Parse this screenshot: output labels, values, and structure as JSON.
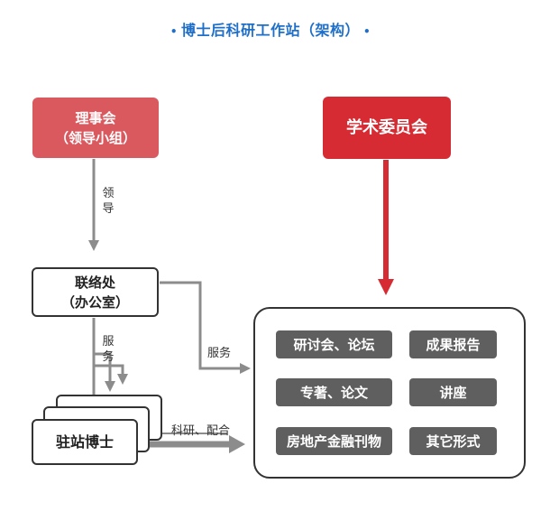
{
  "title": "博士后科研工作站（架构）",
  "title_dot": "•",
  "nodes": {
    "council_line1": "理事会",
    "council_line2": "（领导小组）",
    "academic_committee": "学术委员会",
    "liaison_line1": "联络处",
    "liaison_line2": "（办公室）",
    "postdoc": "驻站博士"
  },
  "edges": {
    "lead": "领导",
    "serve_down": "服务",
    "serve_right": "服务",
    "research_cooperation": "科研、配合"
  },
  "activities": [
    "研讨会、论坛",
    "成果报告",
    "专著、论文",
    "讲座",
    "房地产金融刊物",
    "其它形式"
  ],
  "colors": {
    "title": "#1f6fc8",
    "council": "#d9595f",
    "academic_committee": "#d72b33",
    "activity": "#5f5f5f",
    "connector": "#8c8c8c"
  }
}
